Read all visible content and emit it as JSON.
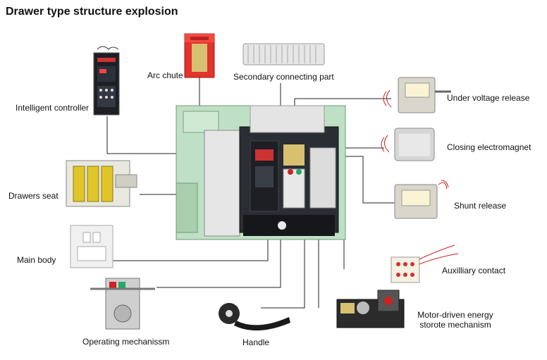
{
  "title": "Drawer type structure explosion",
  "labels": {
    "arc_chute": "Arc chute",
    "secondary_connecting_part": "Secondary connecting part",
    "intelligent_controller": "Intelligent controller",
    "under_voltage_release": "Under voltage release",
    "closing_electromagnet": "Closing electromagnet",
    "drawers_seat": "Drawers seat",
    "shunt_release": "Shunt release",
    "main_body": "Main body",
    "auxiliary_contact": "Auxilliary contact",
    "motor_driven_line1": "Motor-driven energy",
    "motor_driven_line2": "storote mechanism",
    "operating_mechanism": "Operating mechanissm",
    "handle": "Handle"
  },
  "colors": {
    "housing": "#bfe0c4",
    "arc_chute_red": "#e2332d",
    "leader_line": "#222222",
    "dark_panel": "#1d1f24"
  }
}
